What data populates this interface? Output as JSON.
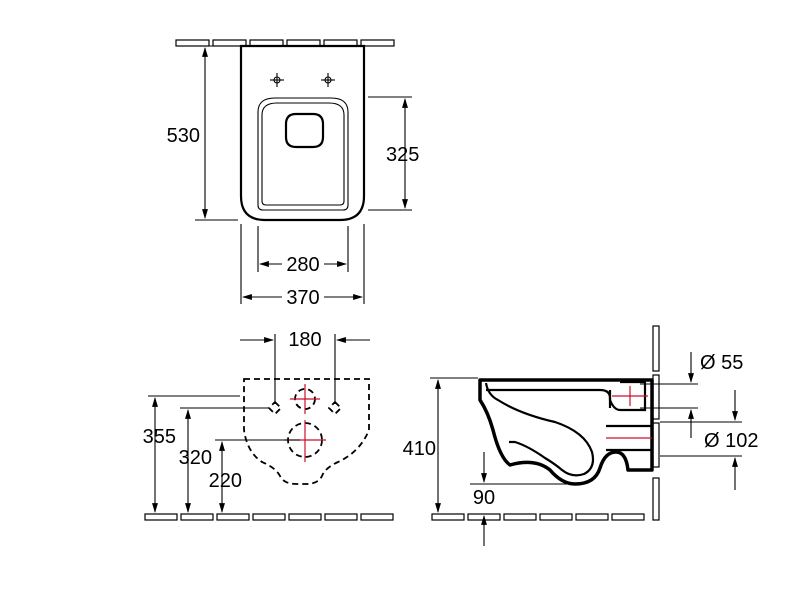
{
  "diagram": {
    "top_view": {
      "width_outer": "370",
      "width_inner": "280",
      "depth_outer": "530",
      "depth_inner": "325"
    },
    "front_view": {
      "fixing_spacing": "180",
      "height_355": "355",
      "height_320": "320",
      "height_220": "220"
    },
    "side_view": {
      "total_height": "410",
      "outlet_height": "90",
      "inlet_diameter": "Ø 55",
      "outlet_diameter": "Ø 102"
    }
  }
}
